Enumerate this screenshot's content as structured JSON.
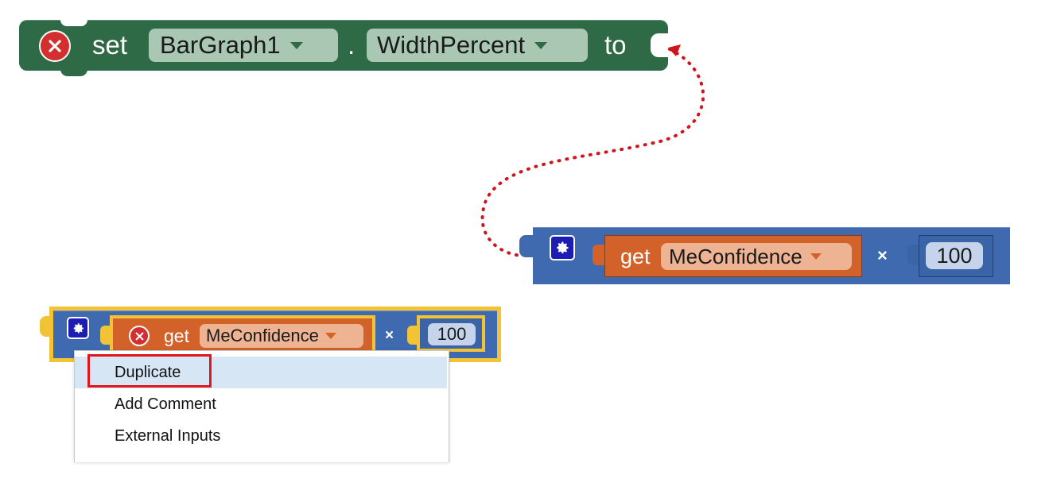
{
  "setter_block": {
    "keyword_set": "set",
    "component_dropdown": "BarGraph1",
    "dot": ".",
    "property_dropdown": "WidthPercent",
    "keyword_to": "to",
    "color": "#2e6a45"
  },
  "multiply_block_main": {
    "get_keyword": "get",
    "variable_dropdown": "MeConfidence",
    "operator": "×",
    "number_value": "100",
    "color": "#3f6ab0",
    "get_color": "#d2622a"
  },
  "multiply_block_selected": {
    "get_keyword": "get",
    "variable_dropdown": "MeConfidence",
    "operator": "×",
    "number_value": "100",
    "selection_color": "#f2c335"
  },
  "context_menu": {
    "items": [
      {
        "label": "Duplicate"
      },
      {
        "label": "Add Comment"
      },
      {
        "label": "External Inputs"
      }
    ],
    "highlight_color": "#e0161e"
  },
  "connector": {
    "style": "dotted",
    "color": "#d0141c"
  }
}
